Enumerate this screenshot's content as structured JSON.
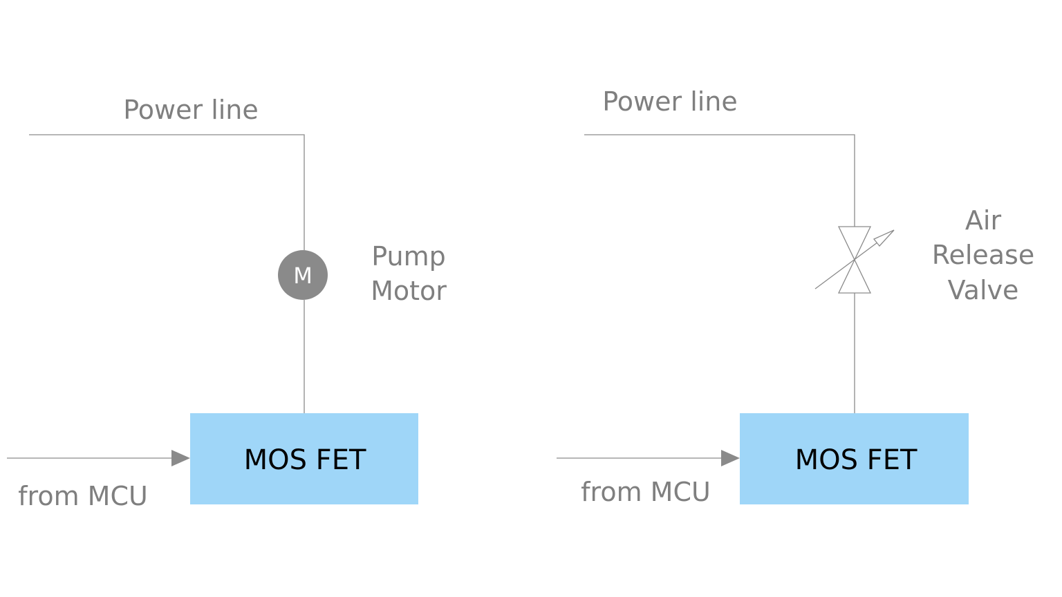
{
  "colors": {
    "wire": "#8a8a8a",
    "label_text": "#7f7f7f",
    "mosfet_fill": "#9fd6f8",
    "mosfet_text": "#000000",
    "motor_fill": "#8a8a8a",
    "motor_text": "#ffffff"
  },
  "left_circuit": {
    "power_label": "Power line",
    "input_label": "from MCU",
    "mosfet_label": "MOS FET",
    "motor_symbol": "M",
    "motor_label_line1": "Pump",
    "motor_label_line2": "Motor",
    "load_icon": "motor-icon"
  },
  "right_circuit": {
    "power_label": "Power line",
    "input_label": "from MCU",
    "mosfet_label": "MOS FET",
    "valve_label_line1": "Air",
    "valve_label_line2": "Release",
    "valve_label_line3": "Valve",
    "load_icon": "adjustable-valve-icon"
  }
}
